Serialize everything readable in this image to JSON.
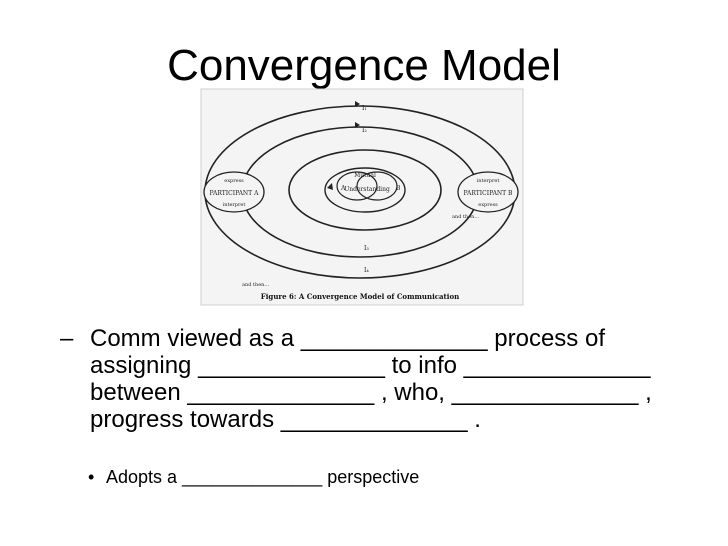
{
  "slide": {
    "title": "Convergence Model"
  },
  "figure": {
    "caption": "Figure 6:  A Convergence Model of Communication",
    "center": {
      "line1": "Mutual",
      "line2": "Understanding",
      "left": "A",
      "right": "B"
    },
    "participant_a": {
      "top": "express",
      "name": "PARTICIPANT A",
      "bottom": "interpret"
    },
    "participant_b": {
      "top": "interpret",
      "name": "PARTICIPANT B",
      "bottom": "express"
    },
    "loop_labels": [
      "I₁",
      "I₂",
      "I₃",
      "I₄"
    ],
    "and_then_right": "and then...",
    "and_then_bottom": "and then..."
  },
  "bullets": {
    "dash": "–",
    "main": "Comm viewed as a ______________ process of assigning ______________ to info ______________ between ______________ , who, ______________ , progress towards ______________ .",
    "sub_dot": "•",
    "sub": "Adopts a ______________ perspective"
  }
}
